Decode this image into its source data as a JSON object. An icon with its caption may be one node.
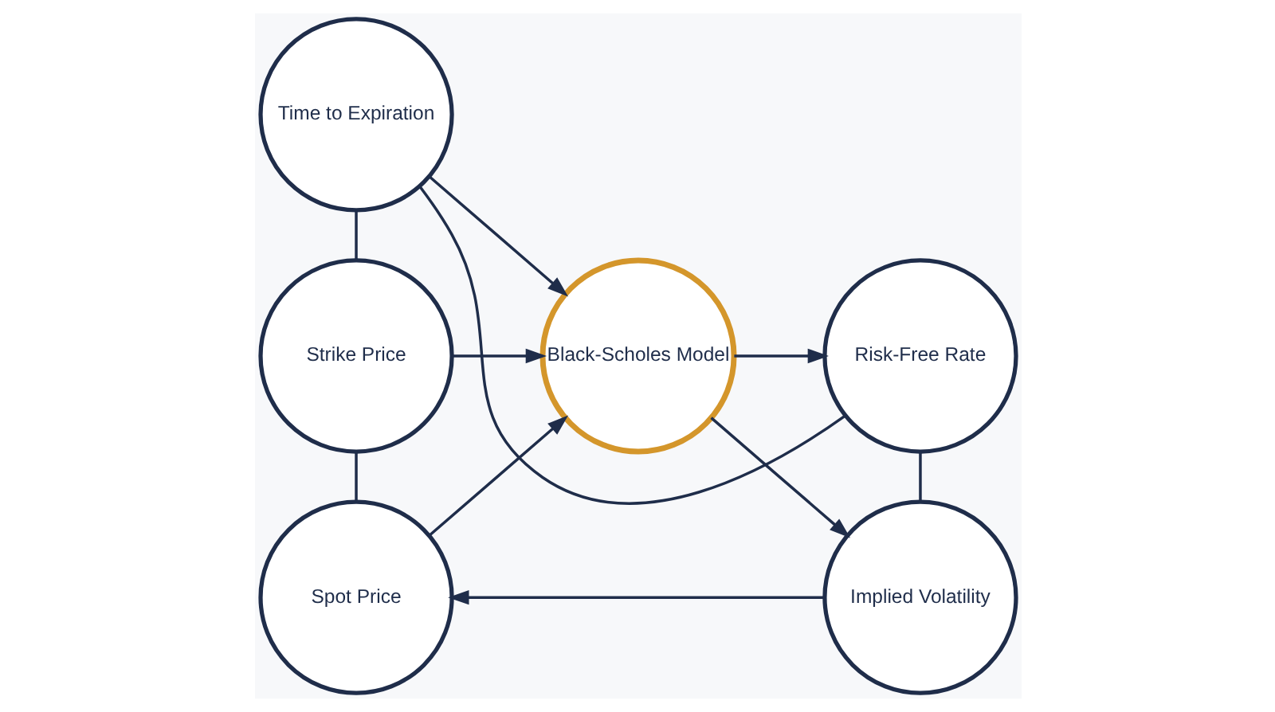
{
  "diagram": {
    "nodes": [
      {
        "text": [
          "Spot Price"
        ]
      },
      {
        "text": [
          "Strike Price"
        ]
      },
      {
        "text": [
          "Time to Expiration"
        ]
      },
      {
        "text": [
          "Risk-Free Rate"
        ]
      },
      {
        "text": [
          "Implied Volatility"
        ]
      },
      {
        "text": [
          "Black-Scholes Model"
        ]
      }
    ],
    "edges": [
      {
        "from": 0,
        "to": 5,
        "arrow": "to"
      },
      {
        "from": 1,
        "to": 5,
        "arrow": "to"
      },
      {
        "from": 2,
        "to": 5,
        "arrow": "to"
      },
      {
        "from": 5,
        "to": 3,
        "arrow": "to"
      },
      {
        "from": 5,
        "to": 4,
        "arrow": "to"
      },
      {
        "from": 4,
        "to": 0,
        "arrow": "to"
      },
      {
        "from": 0,
        "to": 1,
        "arrow": "none"
      },
      {
        "from": 1,
        "to": 2,
        "arrow": "none"
      },
      {
        "from": 2,
        "to": 3,
        "arrow": "none"
      },
      {
        "from": 3,
        "to": 4,
        "arrow": "none"
      }
    ]
  }
}
